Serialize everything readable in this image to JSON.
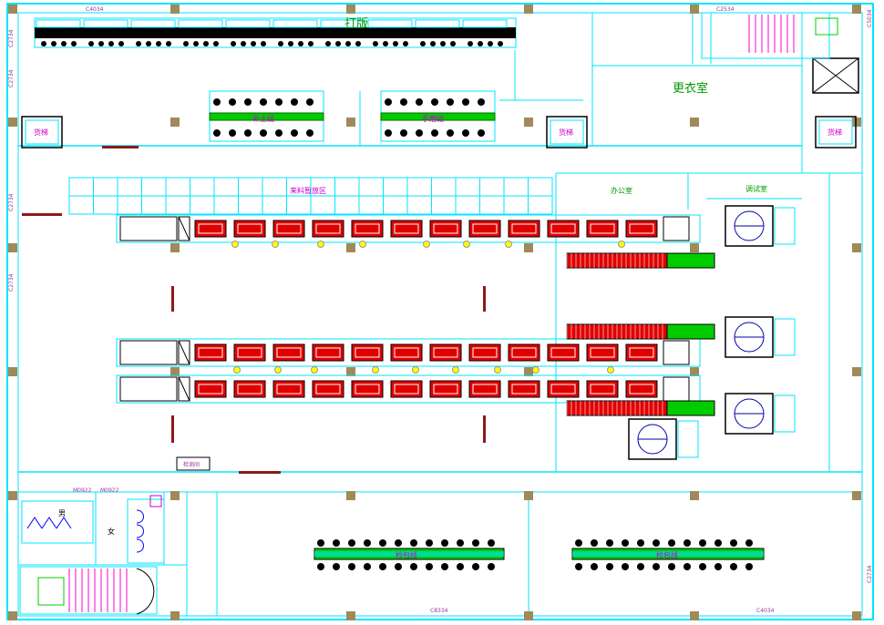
{
  "plan": {
    "colors": {
      "wall": "#00e5ff",
      "column": "#a08a5a",
      "machine_red": "#e00000",
      "conveyor_green": "#00cc00",
      "label_magenta": "#cc00cc",
      "label_green": "#009900",
      "dark": "#000000",
      "yellow": "#ffff00"
    },
    "dimensions": {
      "top": "C4034",
      "right_top": "C2534",
      "right_mid": "C5034",
      "left_1": "C2734",
      "left_2": "C2734",
      "left_3": "C2734",
      "left_4": "C2734",
      "right_lower": "C2734",
      "bottom_mid": "C8334",
      "bottom_right": "C4034",
      "door_1": "M0922",
      "door_2": "M0922"
    },
    "rooms": {
      "changing_room": "更衣室",
      "office": "办公室",
      "debug_room": "调试室",
      "material_area": "来料暂放区",
      "male": "男",
      "female": "女",
      "small_room": "检测间"
    },
    "lines": {
      "top_line": "打版",
      "mid_left": "补土线",
      "mid_right": "手磨线",
      "bottom_left": "检包线",
      "bottom_right": "检包线",
      "stations": [
        "货梯",
        "货梯",
        "货梯"
      ]
    }
  }
}
